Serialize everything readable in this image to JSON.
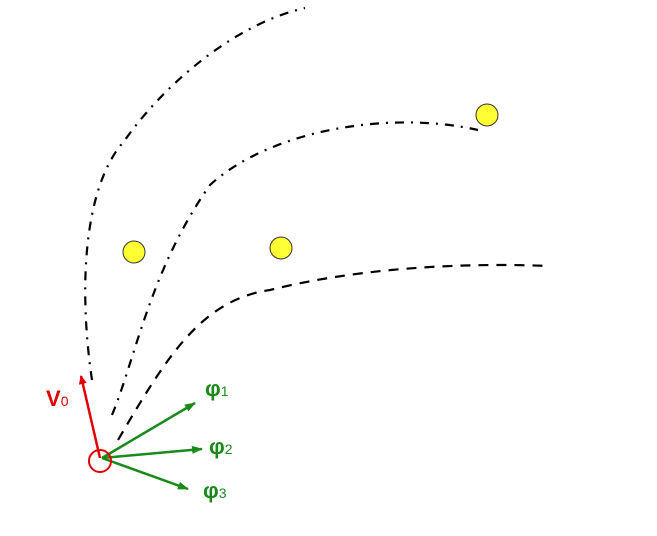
{
  "colors": {
    "trajectory": "#000000",
    "velocity": "#e00000",
    "angles": "#1a8a1a",
    "target_fill": "#ffff33",
    "target_stroke": "#333333"
  },
  "labels": {
    "v0": {
      "main": "V",
      "sub": "0"
    },
    "phi1": {
      "main": "φ",
      "sub": "1"
    },
    "phi2": {
      "main": "φ",
      "sub": "2"
    },
    "phi3": {
      "main": "φ",
      "sub": "3"
    }
  },
  "icons": {
    "launch_point": "circle-outline",
    "targets": "yellow-dot"
  }
}
